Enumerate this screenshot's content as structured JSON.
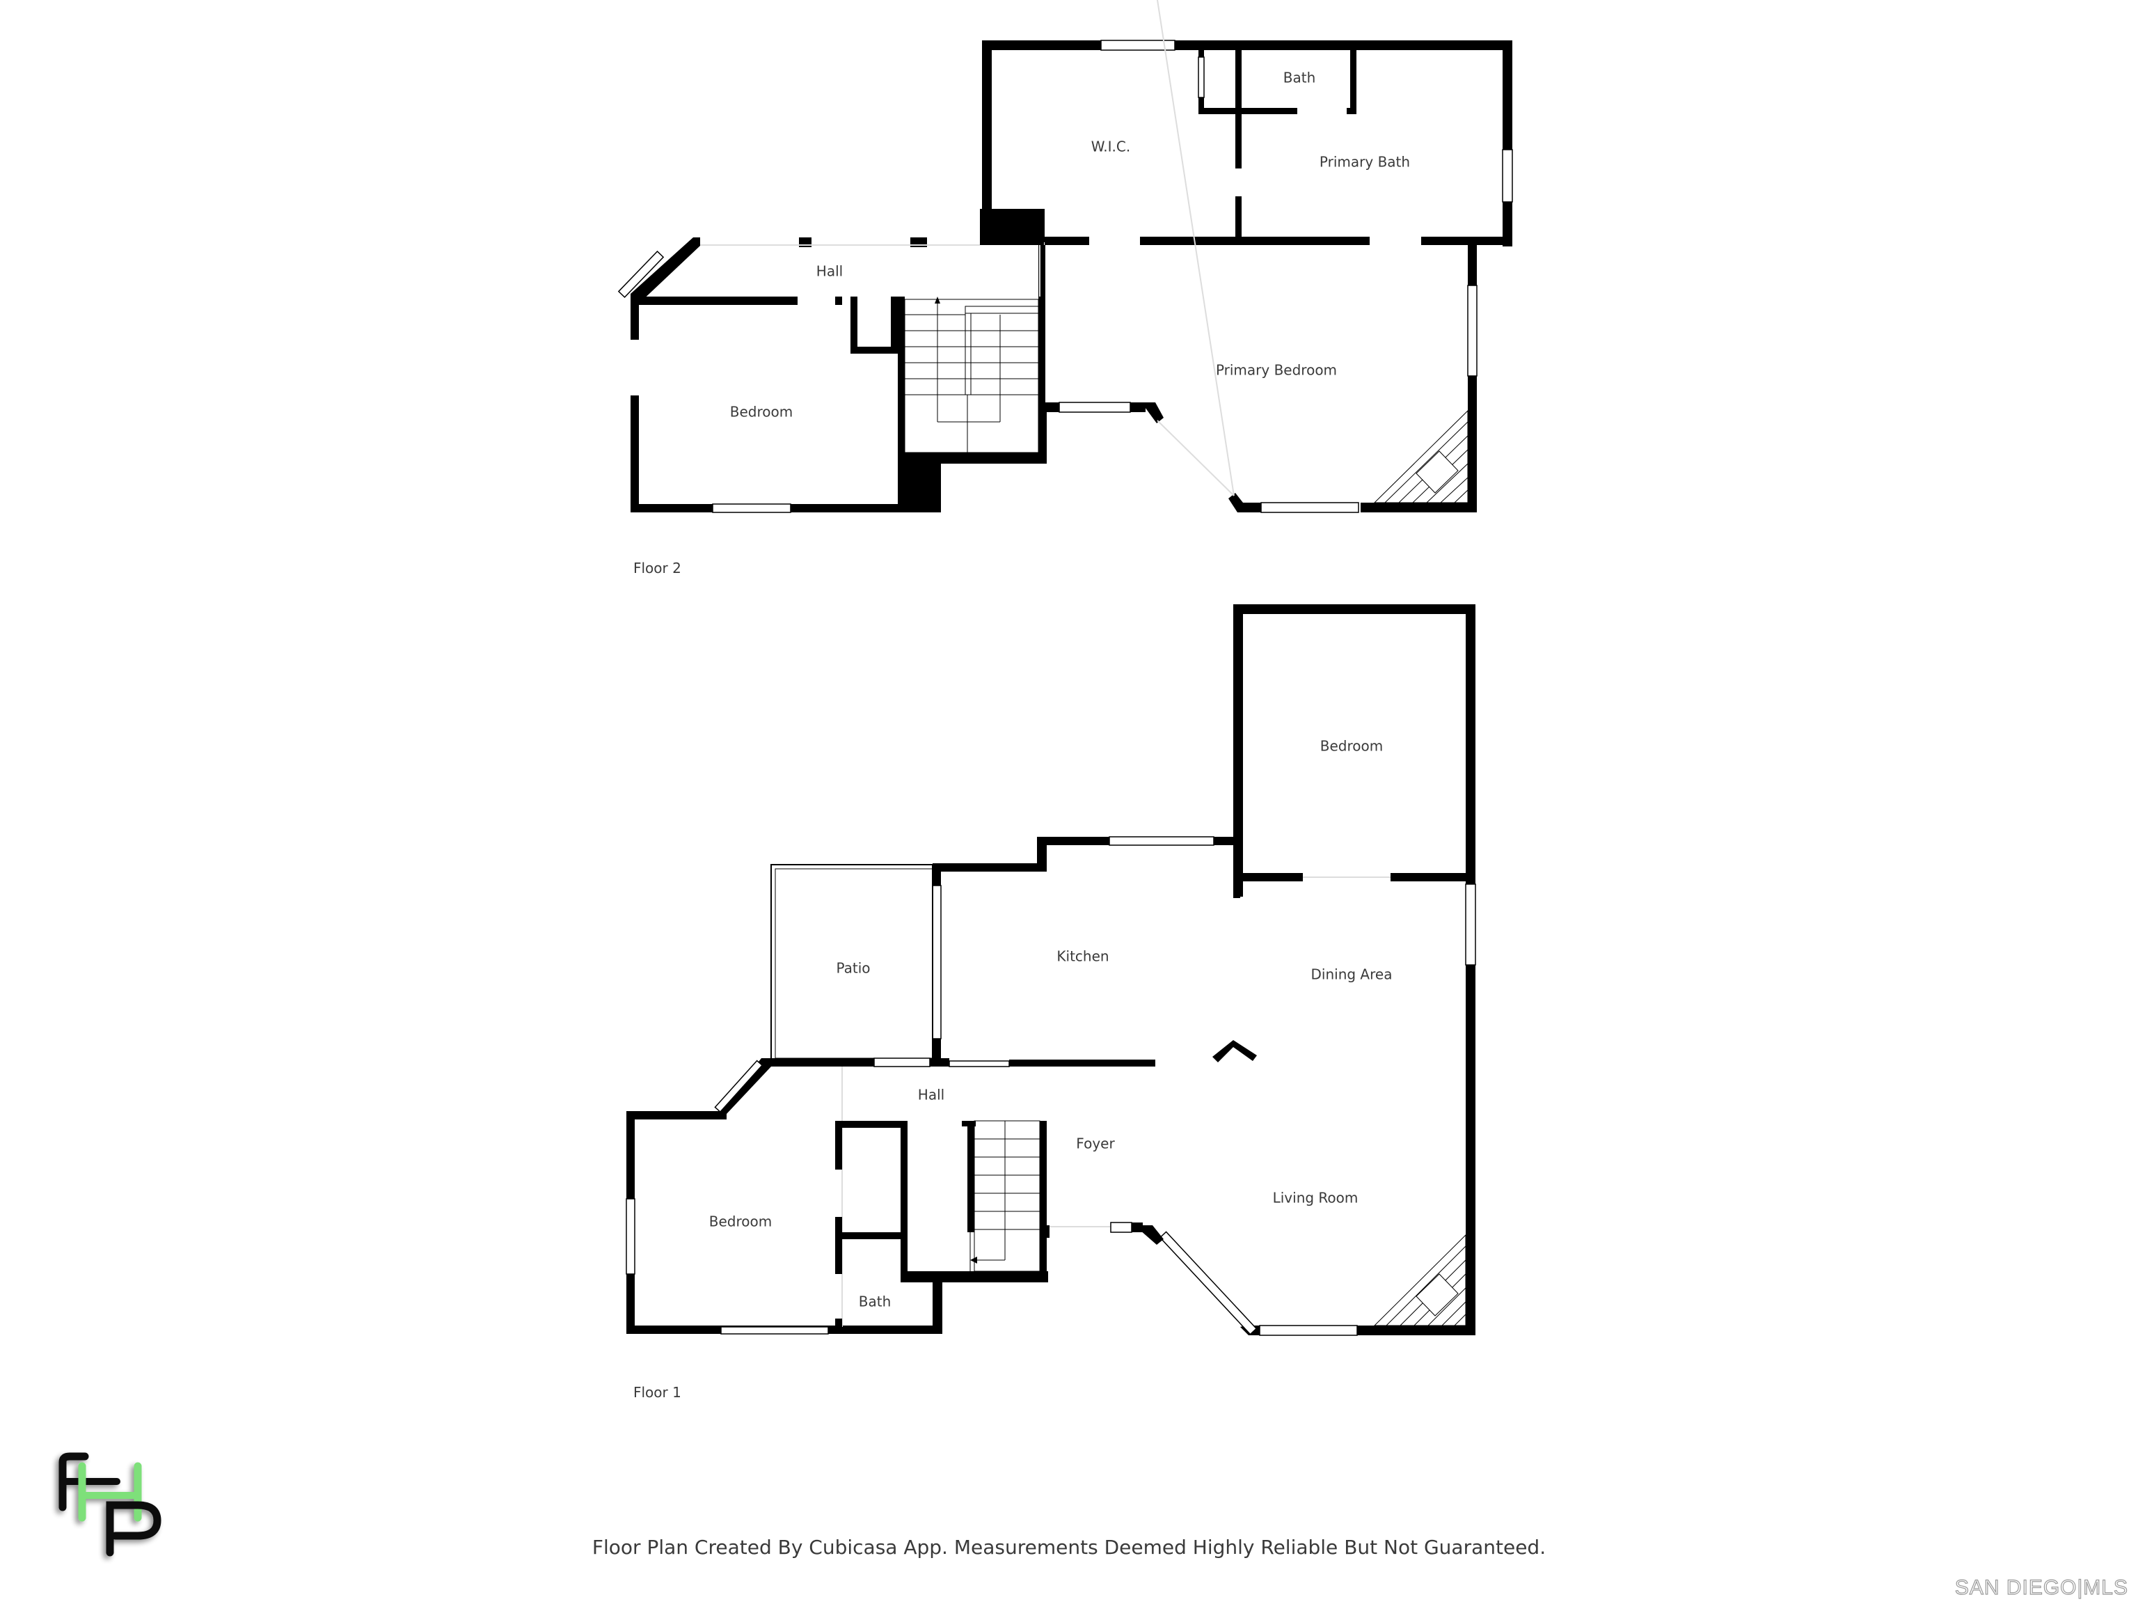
{
  "floor2": {
    "label": "Floor 2",
    "rooms": {
      "wic": "W.I.C.",
      "bath": "Bath",
      "primary_bath": "Primary Bath",
      "hall": "Hall",
      "bedroom": "Bedroom",
      "primary_bedroom": "Primary Bedroom"
    }
  },
  "floor1": {
    "label": "Floor 1",
    "rooms": {
      "bedroom_upper": "Bedroom",
      "patio": "Patio",
      "kitchen": "Kitchen",
      "dining_area": "Dining Area",
      "hall": "Hall",
      "foyer": "Foyer",
      "living_room": "Living Room",
      "bedroom": "Bedroom",
      "bath": "Bath"
    }
  },
  "footer": {
    "disclaimer": "Floor Plan Created By Cubicasa App. Measurements Deemed Highly Reliable But Not Guaranteed.",
    "watermark": "SAN DIEGO|MLS"
  },
  "logo": {
    "letters": "FHP",
    "colors": {
      "dark": "#111111",
      "accent": "#7ee07a"
    }
  }
}
